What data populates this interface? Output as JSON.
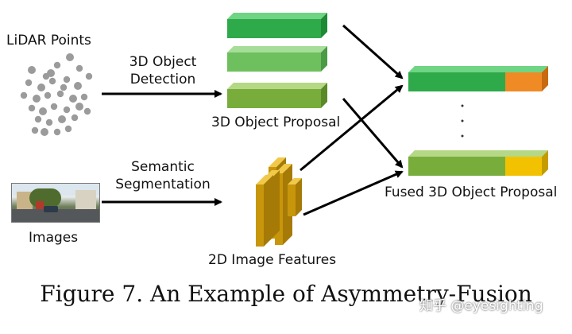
{
  "labels": {
    "lidar_points": "LiDAR Points",
    "object_detection": "3D Object\nDetection",
    "object_proposal": "3D Object Proposal",
    "semantic_segmentation": "Semantic\nSegmentation",
    "images": "Images",
    "image_features": "2D Image Features",
    "fused_proposal": "Fused 3D Object Proposal"
  },
  "caption": "Figure 7. An Example of Asymmetry-Fusion",
  "watermark": "知乎 @eyesighting",
  "colors": {
    "proposal_green": "#2eaa4a",
    "proposal_light_green": "#6ebf5e",
    "proposal_olive_green": "#78ad3c",
    "fused_orange": "#f08a24",
    "fused_yellow": "#f2c200",
    "feature_gold": "#c8960a",
    "lidar_point": "#9b9b9b",
    "arrow": "#000000"
  }
}
